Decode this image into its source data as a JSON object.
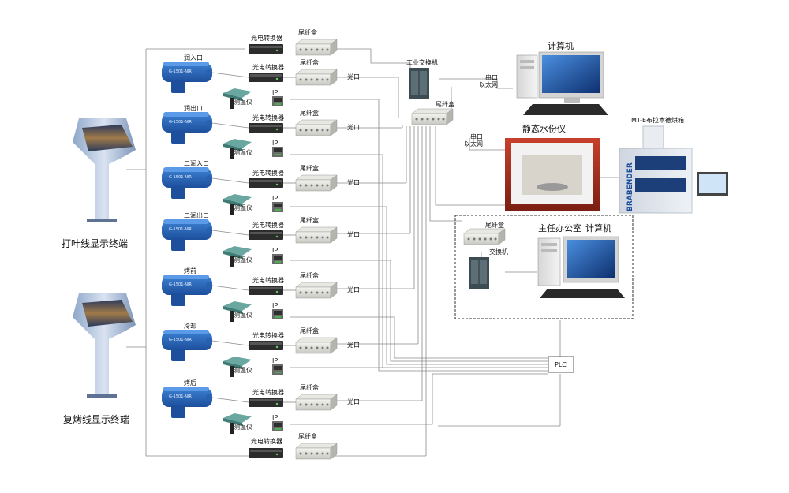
{
  "kiosks": [
    {
      "label": "打叶线显示终端"
    },
    {
      "label": "复烤线显示终端"
    }
  ],
  "sensor_model": "G-1501-NIR",
  "stations": [
    {
      "name": "润入口",
      "converter": "光电转换器",
      "box": "尾纤盒",
      "port": "光口",
      "temp": "测温仪",
      "ip": "IP"
    },
    {
      "name": "润出口",
      "converter": "光电转换器",
      "box": "尾纤盒",
      "port": "光口",
      "temp": "测温仪",
      "ip": "IP"
    },
    {
      "name": "二润入口",
      "converter": "光电转换器",
      "box": "尾纤盒",
      "port": "光口",
      "temp": "测温仪",
      "ip": "IP"
    },
    {
      "name": "二润出口",
      "converter": "光电转换器",
      "box": "尾纤盒",
      "port": "光口",
      "temp": "测温仪",
      "ip": "IP"
    },
    {
      "name": "烤前",
      "converter": "光电转换器",
      "box": "尾纤盒",
      "port": "光口",
      "temp": "测温仪",
      "ip": "IP"
    },
    {
      "name": "冷却",
      "converter": "光电转换器",
      "box": "尾纤盒",
      "port": "光口",
      "temp": "测温仪",
      "ip": "IP"
    },
    {
      "name": "烤后",
      "converter": "光电转换器",
      "box": "尾纤盒",
      "port": "光口",
      "temp": "测温仪",
      "ip": "IP"
    }
  ],
  "top_row": {
    "converter": "光电转换器",
    "box": "尾纤盒"
  },
  "bottom_row": {
    "converter": "光电转换器",
    "box": "尾纤盒"
  },
  "switch": {
    "label": "工业交换机",
    "box": "尾纤盒"
  },
  "computer": {
    "label": "计算机",
    "port1": "串口",
    "port2": "以太网"
  },
  "analyzer": {
    "label": "静态水份仪",
    "port1": "串口",
    "port2": "以太网"
  },
  "oven": {
    "label": "MT-E布拉本德烘箱",
    "brand": "BRABENDER"
  },
  "office": {
    "label": "主任办公室",
    "computer": "计算机",
    "box": "尾纤盒",
    "switch": "交换机"
  },
  "plc": {
    "label": "PLC"
  }
}
